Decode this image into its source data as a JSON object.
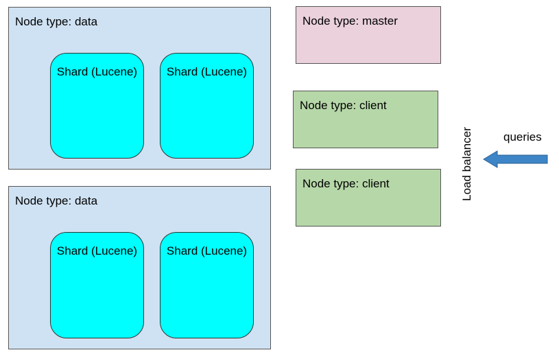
{
  "nodes": {
    "data_1": {
      "label": "Node type: data",
      "shards": [
        "Shard (Lucene)",
        "Shard (Lucene)"
      ]
    },
    "data_2": {
      "label": "Node type: data",
      "shards": [
        "Shard (Lucene)",
        "Shard (Lucene)"
      ]
    },
    "master": {
      "label": "Node type: master"
    },
    "client_1": {
      "label": "Node type: client"
    },
    "client_2": {
      "label": "Node type: client"
    }
  },
  "load_balancer": {
    "label": "Load balancer"
  },
  "queries": {
    "label": "queries"
  },
  "colors": {
    "data_node": "#cfe2f3",
    "master_node": "#ead1dc",
    "client_node": "#b6d7a8",
    "shard": "#00ffff",
    "arrow": "#3d85c6"
  }
}
